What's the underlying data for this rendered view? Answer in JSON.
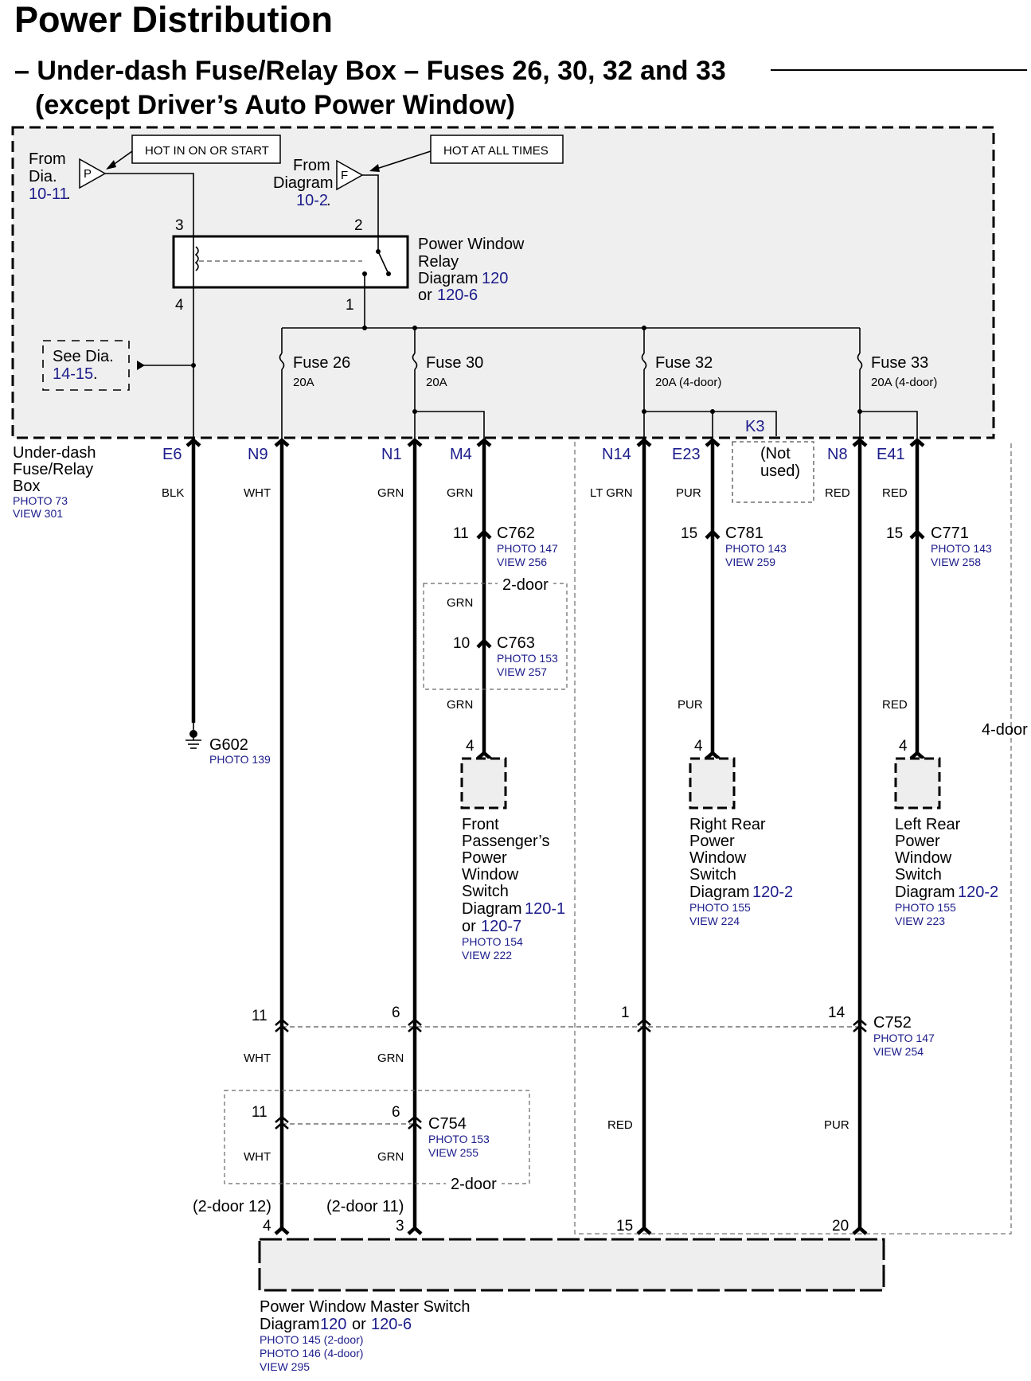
{
  "title": "Power Distribution",
  "subtitle_line1": "– Under-dash Fuse/Relay Box – Fuses 26, 30, 32 and 33",
  "subtitle_line2": "(except Driver’s Auto Power Window)",
  "hot_run_label": "HOT IN ON OR START",
  "hot_all_label": "HOT AT ALL TIMES",
  "from_p": {
    "from": "From",
    "dia": "Dia.",
    "ref": "10-11",
    "dot": ".",
    "letter": "P"
  },
  "from_f": {
    "from": "From",
    "dia": "Diagram",
    "ref": "10-2",
    "dot": ".",
    "letter": "F"
  },
  "relay": {
    "name1": "Power Window",
    "name2": "Relay",
    "diag_prefix": "Diagram",
    "diag1": "120",
    "or": "or",
    "diag2": "120-6",
    "pin3": "3",
    "pin2": "2",
    "pin4": "4",
    "pin1": "1"
  },
  "see_dia": {
    "text": "See Dia.",
    "ref": "14-15",
    "dot": "."
  },
  "fuses": [
    {
      "name": "Fuse 26",
      "rating": "20A"
    },
    {
      "name": "Fuse 30",
      "rating": "20A"
    },
    {
      "name": "Fuse 32",
      "rating": "20A (4-door)"
    },
    {
      "name": "Fuse 33",
      "rating": "20A (4-door)"
    }
  ],
  "k3": "K3",
  "not_used": {
    "line1": "(Not",
    "line2": "used)"
  },
  "box_label": {
    "line1": "Under-dash",
    "line2": "Fuse/Relay",
    "line3": "Box",
    "photo": "PHOTO 73",
    "view": "VIEW 301"
  },
  "terminals": [
    "E6",
    "N9",
    "N1",
    "M4",
    "N14",
    "E23",
    "N8",
    "E41"
  ],
  "wire_colors": {
    "e6": "BLK",
    "n9": "WHT",
    "n1": "GRN",
    "m4": "GRN",
    "n14": "LT GRN",
    "e23": "PUR",
    "n8": "RED",
    "e41": "RED"
  },
  "ground": {
    "name": "G602",
    "photo": "PHOTO 139"
  },
  "c762": {
    "pin": "11",
    "name": "C762",
    "photo": "PHOTO 147",
    "view": "VIEW 256"
  },
  "two_door_a": "2-door",
  "grn_a": "GRN",
  "c763": {
    "pin": "10",
    "name": "C763",
    "photo": "PHOTO 153",
    "view": "VIEW 257"
  },
  "grn_b": "GRN",
  "c781": {
    "pin": "15",
    "name": "C781",
    "photo": "PHOTO 143",
    "view": "VIEW 259"
  },
  "pur_b": "PUR",
  "c771": {
    "pin": "15",
    "name": "C771",
    "photo": "PHOTO 143",
    "view": "VIEW 258"
  },
  "red_b": "RED",
  "four_door": "4-door",
  "fp_switch": {
    "pin": "4",
    "l1": "Front",
    "l2": "Passenger’s",
    "l3": "Power",
    "l4": "Window",
    "l5": "Switch",
    "diag_prefix": "Diagram",
    "diag1": "120-1",
    "or": "or",
    "diag2": "120-7",
    "photo": "PHOTO 154",
    "view": "VIEW 222"
  },
  "rr_switch": {
    "pin": "4",
    "l1": "Right Rear",
    "l2": "Power",
    "l3": "Window",
    "l4": "Switch",
    "diag_prefix": "Diagram",
    "diag1": "120-2",
    "photo": "PHOTO 155",
    "view": "VIEW 224"
  },
  "lr_switch": {
    "pin": "4",
    "l1": "Left Rear",
    "l2": "Power",
    "l3": "Window",
    "l4": "Switch",
    "diag_prefix": "Diagram",
    "diag1": "120-2",
    "photo": "PHOTO 155",
    "view": "VIEW 223"
  },
  "c752": {
    "name": "C752",
    "photo": "PHOTO 147",
    "view": "VIEW 254",
    "pin_n9": "11",
    "pin_n1": "6",
    "pin_n14": "1",
    "pin_n8": "14"
  },
  "wht_c": "WHT",
  "grn_c": "GRN",
  "c754": {
    "name": "C754",
    "photo": "PHOTO 153",
    "view": "VIEW 255",
    "pin_a": "11",
    "pin_b": "6",
    "wht": "WHT",
    "grn": "GRN",
    "door": "2-door"
  },
  "red_c": "RED",
  "pur_c": "PUR",
  "master": {
    "pin_a_note": "(2-door 12)",
    "pin_a": "4",
    "pin_b_note": "(2-door 11)",
    "pin_b": "3",
    "pin_c": "15",
    "pin_d": "20",
    "name": "Power Window Master Switch",
    "diag_prefix": "Diagram",
    "diag1": "120",
    "or": "or",
    "diag2": "120-6",
    "photo1": "PHOTO 145 (2-door)",
    "photo2": "PHOTO 146 (4-door)",
    "view": "VIEW 295"
  }
}
